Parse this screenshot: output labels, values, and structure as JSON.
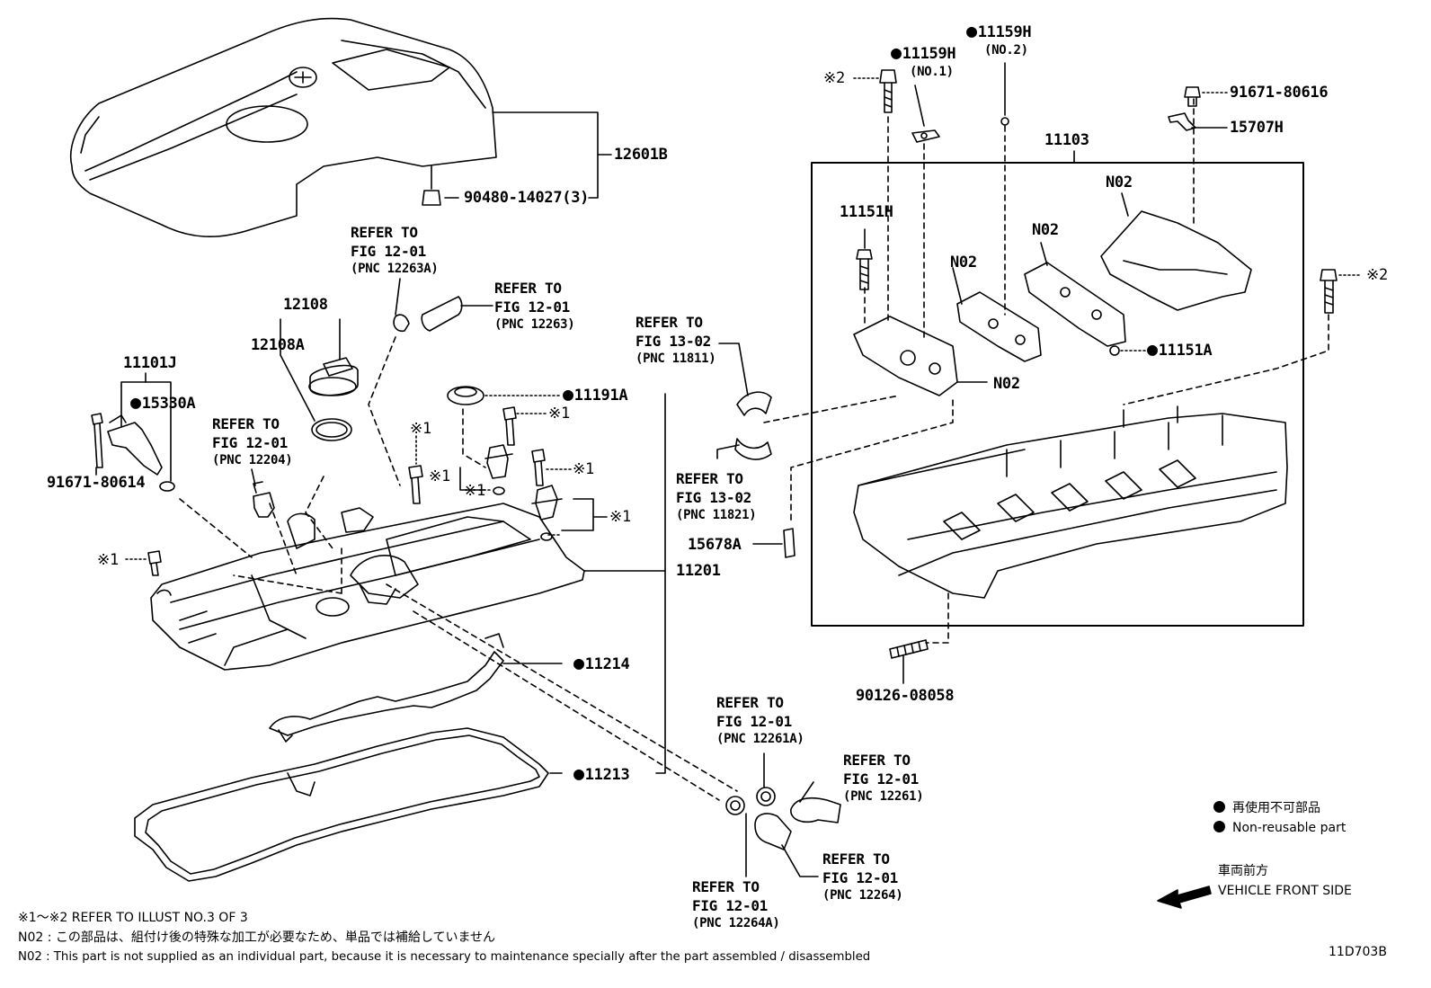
{
  "parts": {
    "p12601B": "12601B",
    "p90480": "90480-14027(3)",
    "p11159H_no2": "11159H",
    "no2": "(NO.2)",
    "p11159H_no1": "11159H",
    "no1": "(NO.1)",
    "mark2_top": "※2",
    "p91671_80616": "91671-80616",
    "p15707H": "15707H",
    "p11103": "11103",
    "p11151H": "11151H",
    "n02_a": "N02",
    "n02_b": "N02",
    "n02_c": "N02",
    "n02_d": "N02",
    "p11151A": "11151A",
    "mark2_right": "※2",
    "p12108": "12108",
    "p12108A": "12108A",
    "p11101J": "11101J",
    "p15330A": "15330A",
    "p91671_80614": "91671-80614",
    "p11191A": "11191A",
    "mark1_a": "※1",
    "mark1_b": "※1",
    "mark1_c": "※1",
    "mark1_d": "※1",
    "mark1_e": "※1",
    "mark1_f": "※1",
    "mark1_g": "※1",
    "p15678A": "15678A",
    "p11201": "11201",
    "p11214": "11214",
    "p11213": "11213",
    "p90126": "90126-08058"
  },
  "refs": {
    "r12263A": {
      "l1": "REFER TO",
      "l2": "FIG 12-01",
      "l3": "(PNC 12263A)"
    },
    "r12263": {
      "l1": "REFER TO",
      "l2": "FIG 12-01",
      "l3": "(PNC 12263)"
    },
    "r12204": {
      "l1": "REFER TO",
      "l2": "FIG 12-01",
      "l3": "(PNC 12204)"
    },
    "r11811": {
      "l1": "REFER TO",
      "l2": "FIG 13-02",
      "l3": "(PNC 11811)"
    },
    "r11821": {
      "l1": "REFER TO",
      "l2": "FIG 13-02",
      "l3": "(PNC 11821)"
    },
    "r12261A": {
      "l1": "REFER TO",
      "l2": "FIG 12-01",
      "l3": "(PNC 12261A)"
    },
    "r12261": {
      "l1": "REFER TO",
      "l2": "FIG 12-01",
      "l3": "(PNC 12261)"
    },
    "r12264": {
      "l1": "REFER TO",
      "l2": "FIG 12-01",
      "l3": "(PNC 12264)"
    },
    "r12264A": {
      "l1": "REFER TO",
      "l2": "FIG 12-01",
      "l3": "(PNC 12264A)"
    }
  },
  "legend": {
    "jp": "再使用不可部品",
    "en": "Non-reusable part",
    "direction_jp": "車両前方",
    "direction_en": "VEHICLE FRONT SIDE"
  },
  "notes": {
    "n1": "※1～※2 REFER TO ILLUST NO.3 OF 3",
    "n2": "N02 : この部品は、組付け後の特殊な加工が必要なため、単品では補給していません",
    "n3": "N02 : This part is not supplied as an individual part, because it is necessary to maintenance specially after the part assembled / disassembled"
  },
  "figure_id": "11D703B",
  "colors": {
    "line": "#000000",
    "background": "#ffffff"
  }
}
